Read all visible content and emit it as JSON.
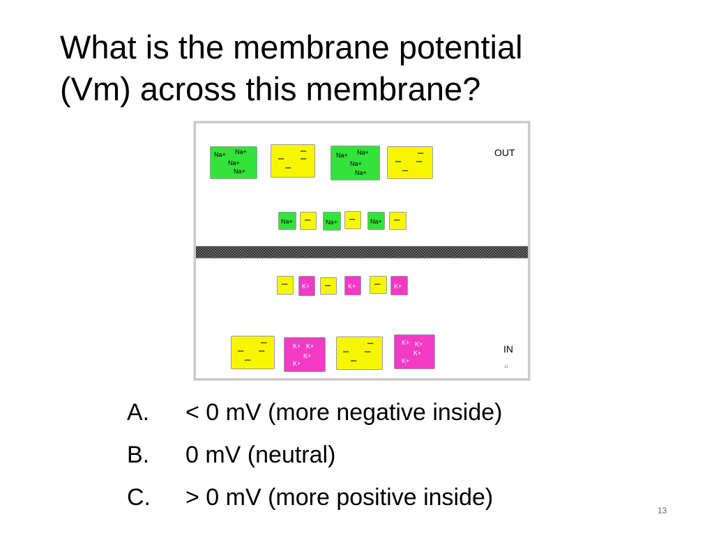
{
  "title": {
    "line1": "What is the membrane potential",
    "line2": "(Vm) across this membrane?"
  },
  "diagram": {
    "out_label": "OUT",
    "in_label": "IN",
    "figure_number": "11",
    "na_label": "Na+",
    "k_label": "K+",
    "neg_label": "–",
    "colors": {
      "na": "#33e23a",
      "neg": "#f6f600",
      "k": "#f23ac4",
      "membrane": "#c4c4c4"
    }
  },
  "options": [
    {
      "letter": "A.",
      "text": "< 0 mV (more negative inside)"
    },
    {
      "letter": "B.",
      "text": "0 mV (neutral)"
    },
    {
      "letter": "C.",
      "text": "> 0 mV (more positive inside)"
    }
  ],
  "page_number": "13"
}
